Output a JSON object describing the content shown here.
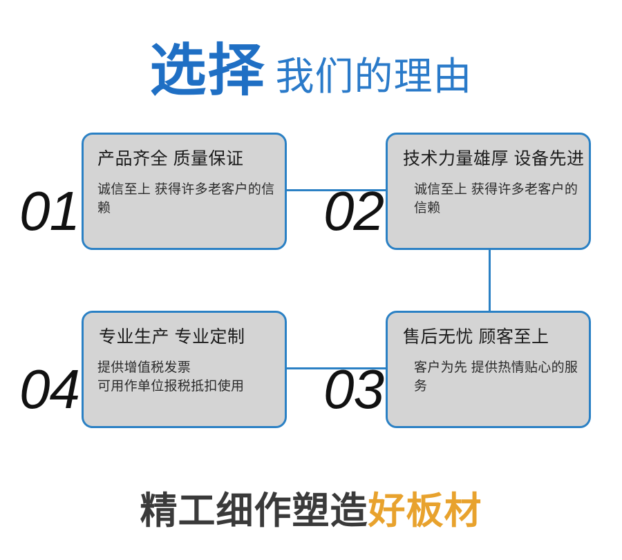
{
  "header": {
    "title_strong": "选择",
    "title_light": "我们的理由",
    "strong_color": "#1f6fc4",
    "light_color": "#2a7ac9"
  },
  "theme": {
    "accent_blue": "#2a80c4",
    "card_fill": "#d4d4d4",
    "accent_orange": "#e8a22d",
    "text_dark": "#1a1a1a",
    "background": "#ffffff"
  },
  "cards": [
    {
      "number": "01",
      "title": "产品齐全 质量保证",
      "body": "诚信至上 获得许多老客户的信赖"
    },
    {
      "number": "02",
      "title": "技术力量雄厚 设备先进",
      "body": "诚信至上 获得许多老客户的信赖"
    },
    {
      "number": "03",
      "title": "售后无忧 顾客至上",
      "body": "客户为先 提供热情贴心的服务"
    },
    {
      "number": "04",
      "title": "专业生产 专业定制",
      "body_line1": "提供增值税发票",
      "body_line2": "可用作单位报税抵扣使用"
    }
  ],
  "footer": {
    "slogan_dark": "精工细作塑造",
    "slogan_accent": "好板材"
  }
}
